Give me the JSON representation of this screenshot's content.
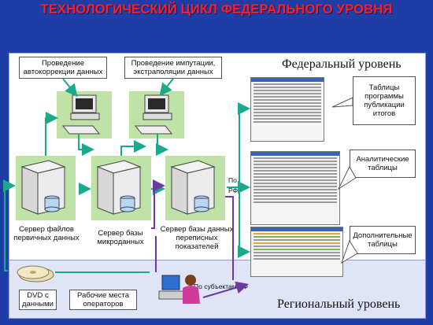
{
  "title": "ТЕХНОЛОГИЧЕСКИЙ ЦИКЛ ФЕДЕРАЛЬНОГО УРОВНЯ",
  "levels": {
    "federal": "Федеральный уровень",
    "regional": "Региональный уровень"
  },
  "processes": {
    "autocorrection": "Проведение автокоррекции данных",
    "imputation": "Проведение импутации, экстраполяции данных"
  },
  "servers": {
    "primary": "Сервер файлов первичных данных",
    "micro": "Сервер базы микроданных",
    "census": "Сервер базы данных переписных показателей"
  },
  "outputs": {
    "program_tables": "Таблицы программы публикации итогов",
    "analytic_tables": "Аналитические таблицы",
    "extra_tables": "Дополнительные таблицы"
  },
  "regional": {
    "dvd": "DVD с данными",
    "operators": "Рабочие места операторов",
    "by_subjects": "По субъектам РФ"
  },
  "federal_rf_label_top": "По",
  "federal_rf_label_bottom": "РФ",
  "colors": {
    "arrow_green": "#1aa98a",
    "arrow_purple": "#6a3aa0",
    "background": "#1f3da6",
    "title": "#ff1e1e"
  }
}
